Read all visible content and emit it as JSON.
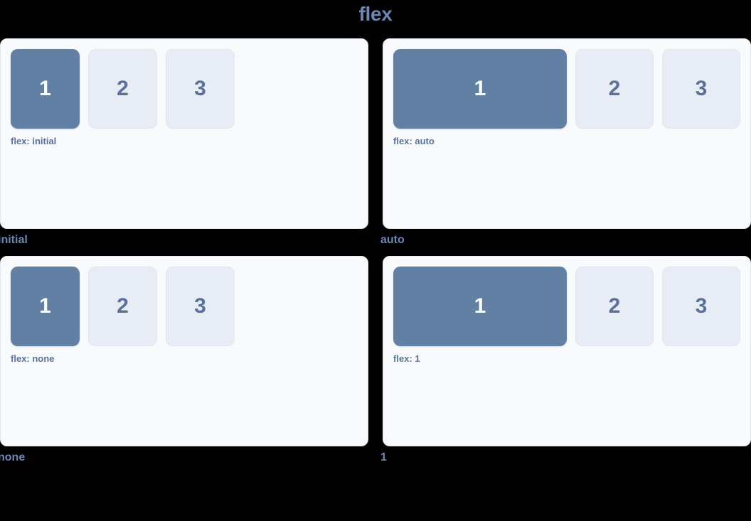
{
  "page": {
    "title": "flex",
    "background_color": "#000000",
    "title_color": "#6b87b3"
  },
  "theme": {
    "card_background": "#f9fafc",
    "card_border": "#e2e8f0",
    "box_primary_fill": "#6280a4",
    "box_primary_text": "#ffffff",
    "box_muted_fill": "#e8edf5",
    "box_muted_text": "#5a7299",
    "label_color": "#5a7299",
    "caption_color": "#6b87b3"
  },
  "demos": [
    {
      "caption": "initial",
      "label": "flex: initial",
      "mode": "initial",
      "boxes": [
        {
          "text": "1",
          "style": "primary"
        },
        {
          "text": "2",
          "style": "muted"
        },
        {
          "text": "3",
          "style": "muted"
        }
      ]
    },
    {
      "caption": "auto",
      "label": "flex: auto",
      "mode": "auto",
      "boxes": [
        {
          "text": "1",
          "style": "primary"
        },
        {
          "text": "2",
          "style": "muted"
        },
        {
          "text": "3",
          "style": "muted"
        }
      ]
    },
    {
      "caption": "none",
      "label": "flex: none",
      "mode": "none",
      "boxes": [
        {
          "text": "1",
          "style": "primary"
        },
        {
          "text": "2",
          "style": "muted"
        },
        {
          "text": "3",
          "style": "muted"
        }
      ]
    },
    {
      "caption": "1",
      "label": "flex: 1",
      "mode": "one",
      "boxes": [
        {
          "text": "1",
          "style": "primary"
        },
        {
          "text": "2",
          "style": "muted"
        },
        {
          "text": "3",
          "style": "muted"
        }
      ]
    }
  ]
}
